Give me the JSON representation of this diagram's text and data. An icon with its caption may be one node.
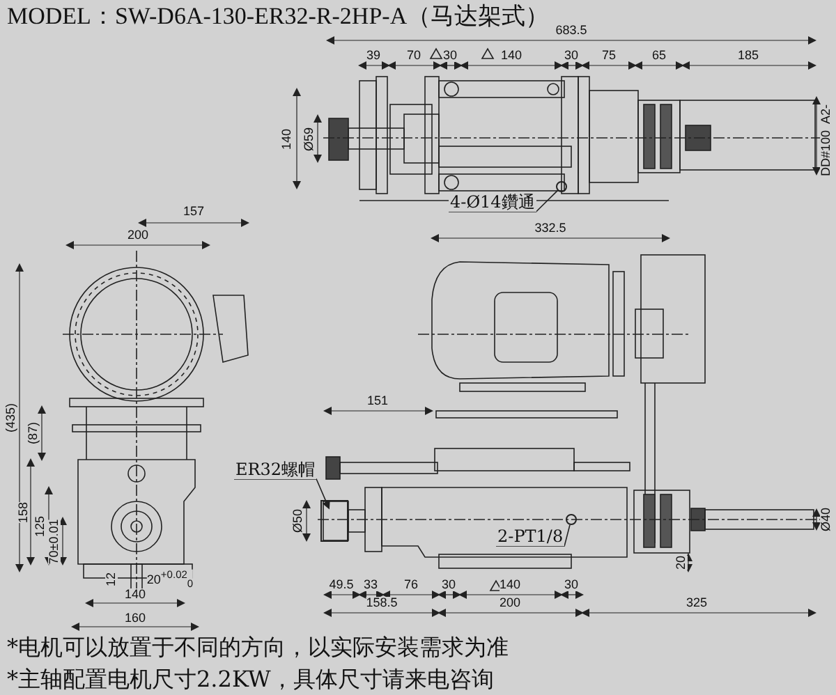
{
  "diagram": {
    "title": "MODEL：SW-D6A-130-ER32-R-2HP-A（马达架式）",
    "nodes": [
      {
        "text": [
          "4-Ø14鑽通"
        ]
      },
      {
        "text": [],
        "shape": "circle"
      },
      {
        "text": [
          "ER32螺帽"
        ]
      },
      {
        "text": [],
        "shape": "box"
      },
      {
        "text": [
          "2-PT1/8"
        ]
      },
      {
        "text": [],
        "shape": "circle"
      }
    ],
    "edges": [
      {
        "from": 0,
        "to": 1,
        "arrow": "none"
      },
      {
        "from": 2,
        "to": 3,
        "arrow": "to"
      },
      {
        "from": 4,
        "to": 5,
        "arrow": "none"
      }
    ],
    "labels": [
      "683.5",
      "39",
      "70",
      "30",
      "140",
      "30",
      "75",
      "65",
      "185",
      "140",
      "Ø59",
      "A2-",
      "DD#100",
      "157",
      "200",
      "332.5",
      "(435)",
      "(87)",
      "151",
      "158",
      "125",
      "70±0.01",
      "Ø50",
      "12",
      "20$^{+0.02}$$_{0}$",
      "140",
      "160",
      "49.5",
      "33",
      "76",
      "30",
      "140",
      "30",
      "20",
      "Ø40",
      "158.5",
      "200",
      "325",
      "*电机可以放置于不同的方向，以实际安装需求为准",
      "*主轴配置电机尺寸2.2KW，具体尺寸请来电咨询"
    ]
  }
}
